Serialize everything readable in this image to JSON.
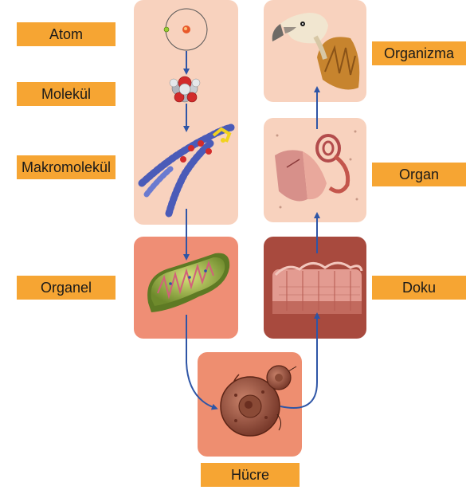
{
  "colors": {
    "label_bg": "#F6A533",
    "label_shade": "#E88C1A",
    "panel_light": "#F8D2BE",
    "panel_medium": "#EF8E75",
    "panel_dark": "#A84A3E",
    "panel_cell": "#EE8E70",
    "arrow": "#2E55A6"
  },
  "labels": {
    "atom": "Atom",
    "molekul": "Molekül",
    "makromolekul": "Makromolekül",
    "organel": "Organel",
    "hucre": "Hücre",
    "doku": "Doku",
    "organ": "Organ",
    "organizma": "Organizma"
  },
  "icons": {
    "atom": "atom-icon",
    "molecule": "molecule-icon",
    "macromolecule": "macromolecule-icon",
    "organelle": "mitochondrion-icon",
    "cell": "cell-icon",
    "tissue": "tissue-icon",
    "organ": "ear-icon",
    "organism": "vulture-icon"
  }
}
